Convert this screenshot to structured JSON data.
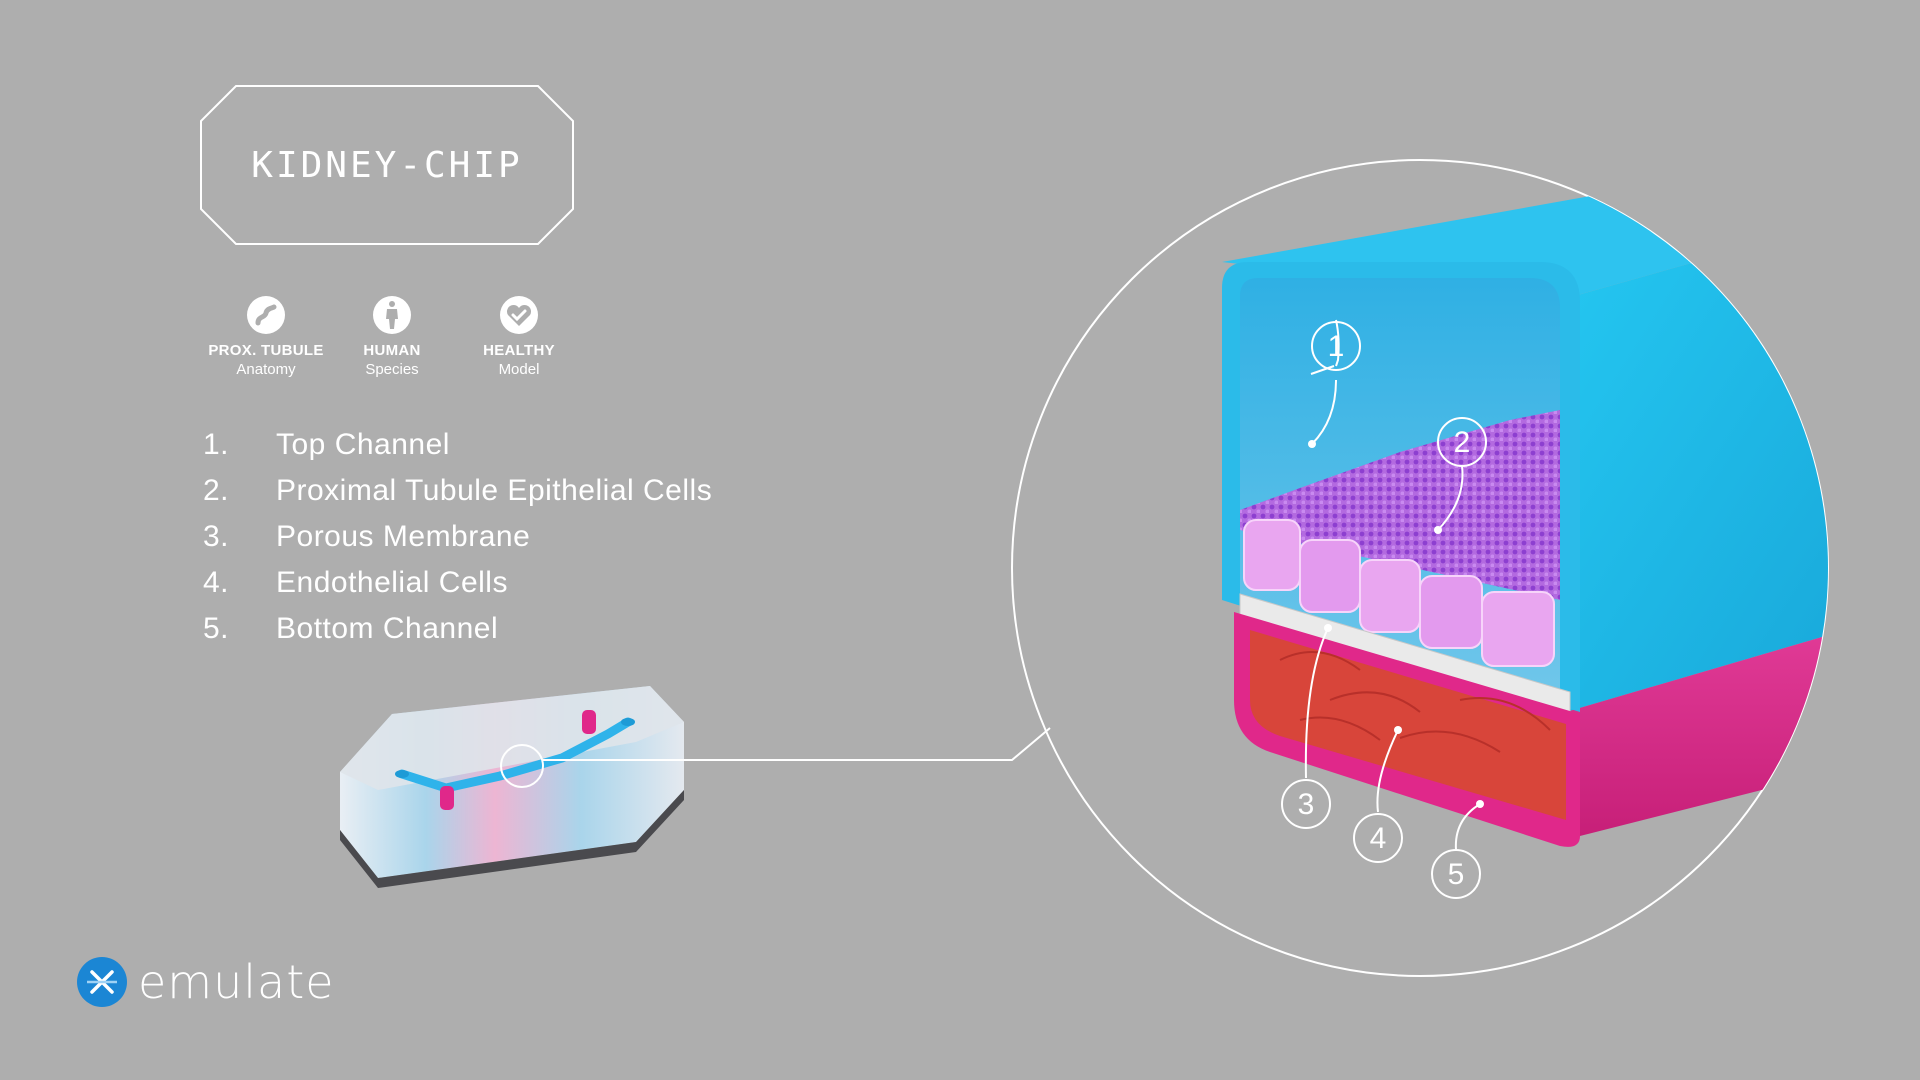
{
  "title": "KIDNEY-CHIP",
  "badges": [
    {
      "label": "PROX. TUBULE",
      "sub": "Anatomy",
      "icon": "tubule-icon"
    },
    {
      "label": "HUMAN",
      "sub": "Species",
      "icon": "human-icon"
    },
    {
      "label": "HEALTHY",
      "sub": "Model",
      "icon": "heart-check-icon"
    }
  ],
  "legend": [
    {
      "num": "1.",
      "label": "Top Channel"
    },
    {
      "num": "2.",
      "label": "Proximal Tubule Epithelial Cells"
    },
    {
      "num": "3.",
      "label": "Porous Membrane"
    },
    {
      "num": "4.",
      "label": "Endothelial Cells"
    },
    {
      "num": "5.",
      "label": "Bottom Channel"
    }
  ],
  "callouts": [
    "1",
    "2",
    "3",
    "4",
    "5"
  ],
  "logo": {
    "text": "emulate"
  },
  "colors": {
    "background": "#aeaeae",
    "top_channel": "#1db8e8",
    "bottom_channel": "#e0288a",
    "epithelial": "#e8a8f0",
    "endothelial": "#d8453a",
    "membrane": "#e9e9e9",
    "logo_blue": "#1b86d4"
  }
}
